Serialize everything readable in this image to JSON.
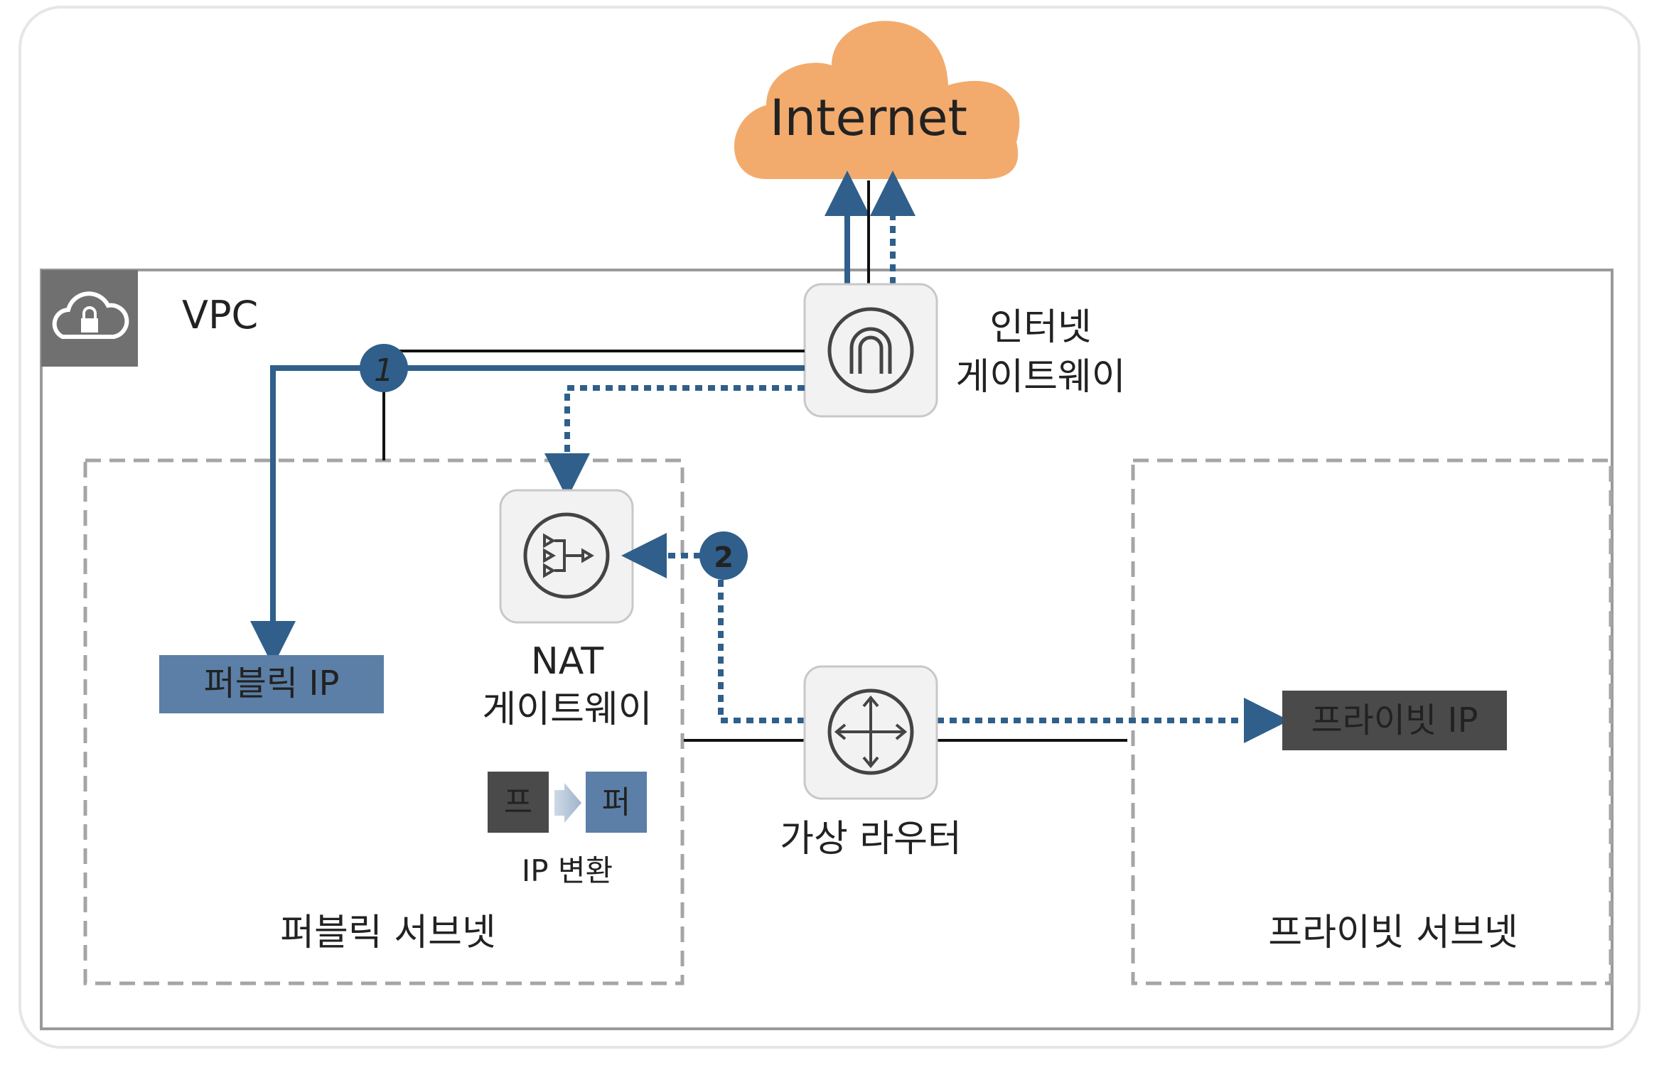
{
  "internet": {
    "label": "Internet"
  },
  "vpc": {
    "label": "VPC"
  },
  "internet_gateway": {
    "label_line1": "인터넷",
    "label_line2": "게이트웨이"
  },
  "nat_gateway": {
    "label_line1": "NAT",
    "label_line2": "게이트웨이"
  },
  "ip_conversion": {
    "from": "프",
    "to": "퍼",
    "label": "IP 변환"
  },
  "virtual_router": {
    "label": "가상 라우터"
  },
  "public_subnet": {
    "label": "퍼블릭 서브넷",
    "ip_label": "퍼블릭 IP"
  },
  "private_subnet": {
    "label": "프라이빗 서브넷",
    "ip_label": "프라이빗 IP"
  },
  "steps": {
    "one": "1",
    "two": "2"
  },
  "colors": {
    "accent_blue": "#2f5f8a",
    "cloud_orange": "#f2ab6d",
    "public_ip_bg": "#5b7fa6",
    "private_ip_bg": "#4a4a4a",
    "vpc_corner": "#707070"
  }
}
